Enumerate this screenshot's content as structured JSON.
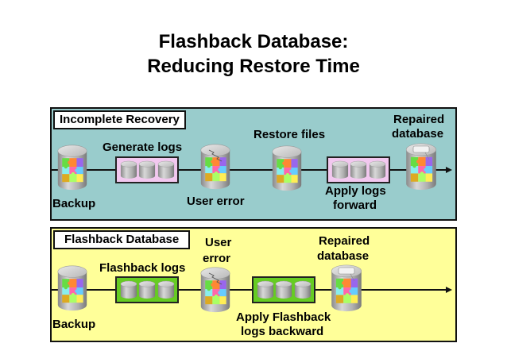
{
  "title": {
    "line1": "Flashback Database:",
    "line2": "Reducing Restore Time"
  },
  "panels": {
    "incomplete_recovery": {
      "label": "Incomplete Recovery",
      "background": "#99cccc",
      "log_box_color": "#f2c8ef",
      "labels": {
        "backup": "Backup",
        "generate_logs": "Generate logs",
        "user_error": "User error",
        "restore_files": "Restore files",
        "apply_logs_l1": "Apply logs",
        "apply_logs_l2": "forward",
        "repaired_l1": "Repaired",
        "repaired_l2": "database"
      }
    },
    "flashback_database": {
      "label": "Flashback Database",
      "background": "#ffff99",
      "log_box_color": "#66cc22",
      "labels": {
        "backup": "Backup",
        "flashback_logs": "Flashback logs",
        "user_error_l1": "User",
        "user_error_l2": "error",
        "apply_flashback_l1": "Apply Flashback",
        "apply_flashback_l2": "logs backward",
        "repaired_l1": "Repaired",
        "repaired_l2": "database"
      }
    }
  }
}
